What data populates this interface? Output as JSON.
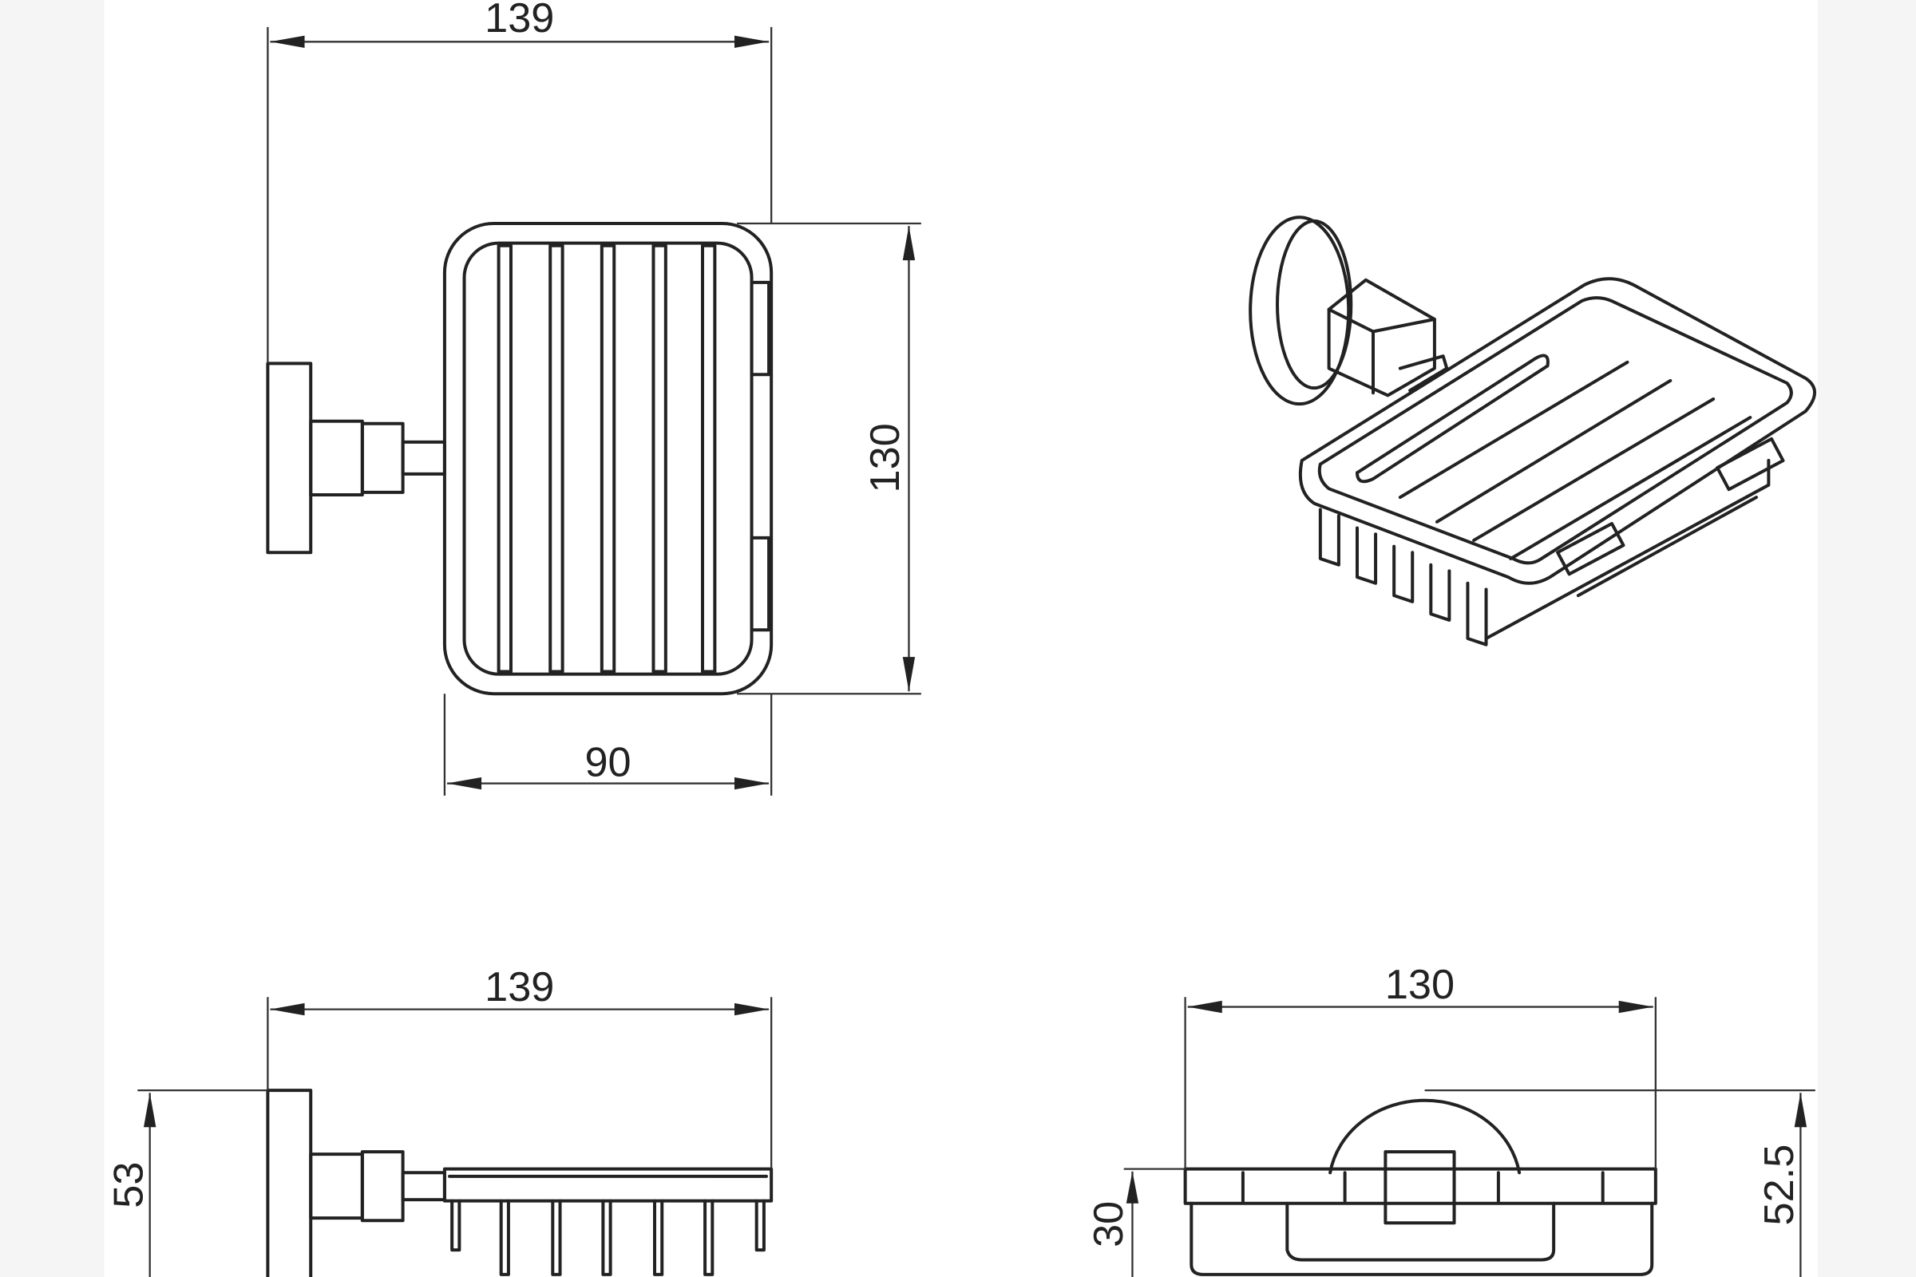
{
  "drawing": {
    "top_view": {
      "overall_length": "139",
      "depth": "130",
      "basket_width": "90"
    },
    "side_view": {
      "overall_length": "139",
      "height": "53"
    },
    "front_view": {
      "width": "130",
      "basket_height": "30",
      "overall_height": "52.5"
    }
  }
}
